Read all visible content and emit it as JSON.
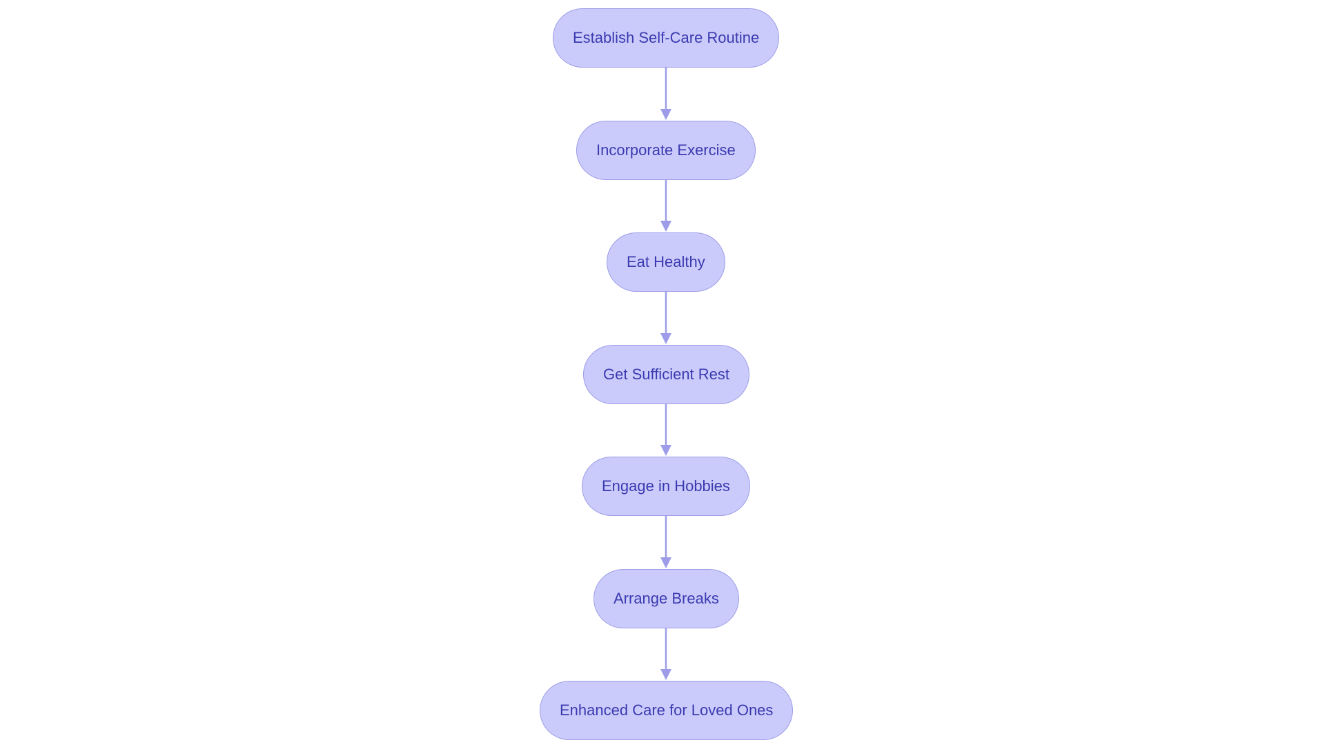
{
  "colors": {
    "node_fill": "#cbcbfb",
    "node_border": "#9c9ce8",
    "node_text": "#3a3ab0",
    "edge": "#9c9ce8",
    "background": "#ffffff"
  },
  "flowchart": {
    "nodes": [
      {
        "id": "n1",
        "label": "Establish Self-Care Routine"
      },
      {
        "id": "n2",
        "label": "Incorporate Exercise"
      },
      {
        "id": "n3",
        "label": "Eat Healthy"
      },
      {
        "id": "n4",
        "label": "Get Sufficient Rest"
      },
      {
        "id": "n5",
        "label": "Engage in Hobbies"
      },
      {
        "id": "n6",
        "label": "Arrange Breaks"
      },
      {
        "id": "n7",
        "label": "Enhanced Care for Loved Ones"
      }
    ],
    "edges": [
      {
        "from": "n1",
        "to": "n2"
      },
      {
        "from": "n2",
        "to": "n3"
      },
      {
        "from": "n3",
        "to": "n4"
      },
      {
        "from": "n4",
        "to": "n5"
      },
      {
        "from": "n5",
        "to": "n6"
      },
      {
        "from": "n6",
        "to": "n7"
      }
    ]
  }
}
